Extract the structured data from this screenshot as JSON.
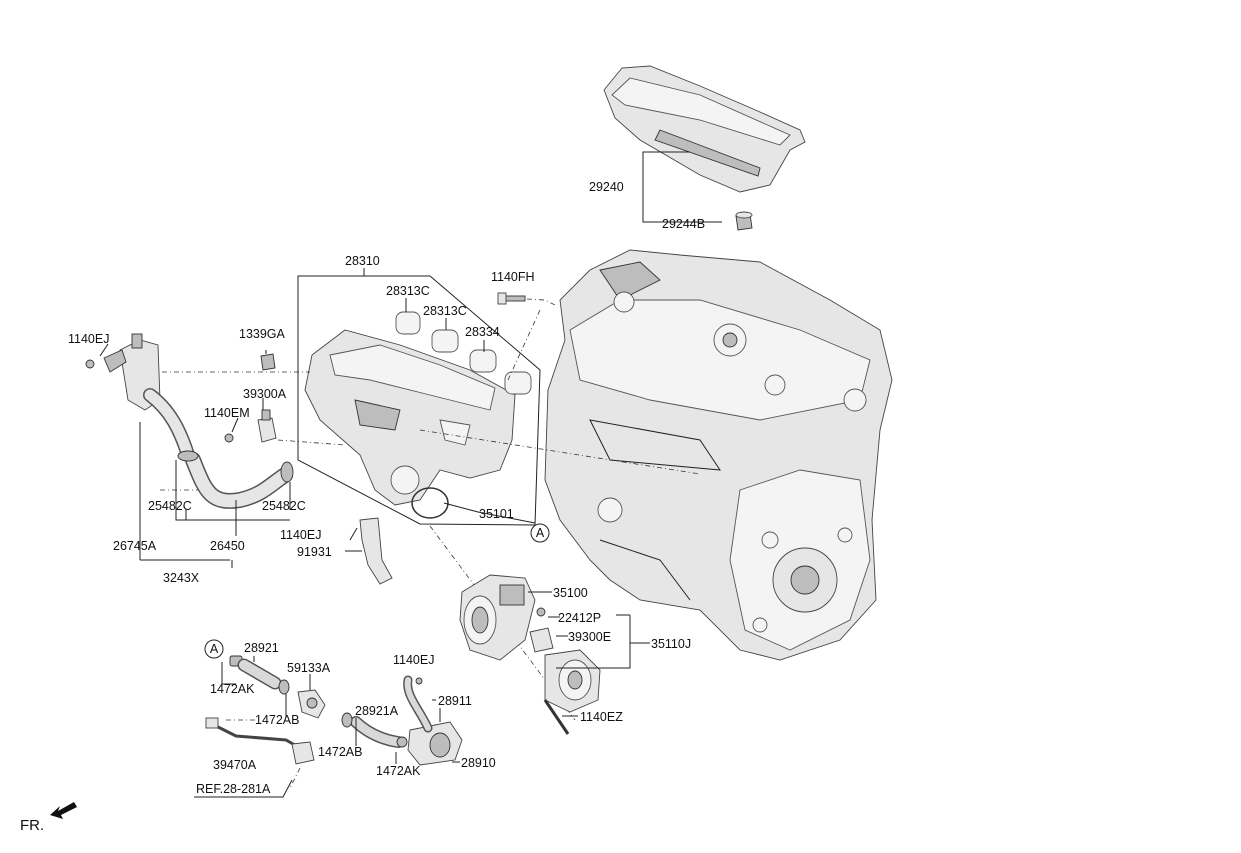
{
  "labels": {
    "p29240": "29240",
    "p29244B": "29244B",
    "p28310": "28310",
    "p1140FH": "1140FH",
    "p28313C_a": "28313C",
    "p28313C_b": "28313C",
    "p28334": "28334",
    "p1339GA": "1339GA",
    "p1140EJ_left": "1140EJ",
    "p39300A": "39300A",
    "p1140EM": "1140EM",
    "p25482C_left": "25482C",
    "p25482C_right": "25482C",
    "p35101": "35101",
    "p26745A": "26745A",
    "p26450": "26450",
    "p3243X": "3243X",
    "p1140EJ_mid": "1140EJ",
    "p91931": "91931",
    "p35100": "35100",
    "p22412P": "22412P",
    "p39300E": "39300E",
    "p35110J": "35110J",
    "p28921": "28921",
    "p59133A": "59133A",
    "p1140EJ_low": "1140EJ",
    "p1472AK_a": "1472AK",
    "p28911": "28911",
    "p1472AB_a": "1472AB",
    "p28921A": "28921A",
    "p1140EZ": "1140EZ",
    "p39470A": "39470A",
    "p1472AB_b": "1472AB",
    "p1472AK_b": "1472AK",
    "p28910": "28910",
    "ref": "REF.28-281A",
    "circleA_mid": "A",
    "circleA_low": "A",
    "fr": "FR."
  }
}
